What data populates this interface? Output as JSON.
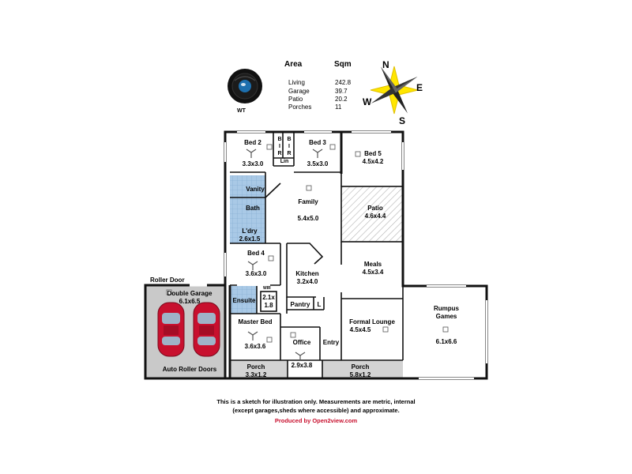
{
  "logo": {
    "label": "WT"
  },
  "area_table": {
    "header_area": "Area",
    "header_sqm": "Sqm",
    "rows": [
      {
        "name": "Living",
        "sqm": "242.8"
      },
      {
        "name": "Garage",
        "sqm": "39.7"
      },
      {
        "name": "Patio",
        "sqm": "20.2"
      },
      {
        "name": "Porches",
        "sqm": "11"
      }
    ]
  },
  "compass": {
    "n": "N",
    "e": "E",
    "s": "S",
    "w": "W"
  },
  "rooms": {
    "bed2": {
      "name": "Bed 2",
      "size": "3.3x3.0"
    },
    "bir1": "B I R",
    "bir2": "B I R",
    "lin": "Lin",
    "bed3": {
      "name": "Bed 3",
      "size": "3.5x3.0"
    },
    "bed5": {
      "name": "Bed 5",
      "size": "4.5x4.2"
    },
    "vanity": "Vanity",
    "bath": "Bath",
    "ldry": {
      "name": "L'dry",
      "size": "2.6x1.5"
    },
    "family": {
      "name": "Family",
      "size": "5.4x5.0"
    },
    "patio": {
      "name": "Patio",
      "size": "4.6x4.4"
    },
    "bed4": {
      "name": "Bed 4",
      "size": "3.6x3.0"
    },
    "kitchen": {
      "name": "Kitchen",
      "size": "3.2x4.0"
    },
    "meals": {
      "name": "Meals",
      "size": "4.5x3.4"
    },
    "roller_door": "Roller Door",
    "garage": {
      "name": "Double Garage",
      "size": "6.1x6.5",
      "doors": "Auto Roller Doors"
    },
    "ensuite": "Ensuite",
    "wir": {
      "name": "WIR",
      "size_a": "2.1x",
      "size_b": "1.8"
    },
    "pantry": "Pantry",
    "l": "L",
    "rumpus": {
      "name": "Rumpus Games",
      "size": "6.1x6.6"
    },
    "formal": {
      "name": "Formal Lounge",
      "size": "4.5x4.5"
    },
    "master": {
      "name": "Master Bed",
      "size": "3.6x3.6"
    },
    "office": {
      "name": "Office",
      "size": "2.9x3.8"
    },
    "entry": "Entry",
    "porch1": {
      "name": "Porch",
      "size": "3.3x1.2"
    },
    "porch2": {
      "name": "Porch",
      "size": "5.8x1.2"
    }
  },
  "footer": {
    "line1": "This is a sketch for illustration only. Measurements are metric, internal",
    "line2": "(except garages,sheds where accessible) and approximate.",
    "produced_by": "Produced by ",
    "brand": "Open2view.com"
  },
  "colors": {
    "wall": "#111111",
    "garage_fill": "#c9c9c9",
    "wet_area": "#a9c9e6",
    "car": "#c8102e",
    "porch": "#cfcfcf"
  }
}
